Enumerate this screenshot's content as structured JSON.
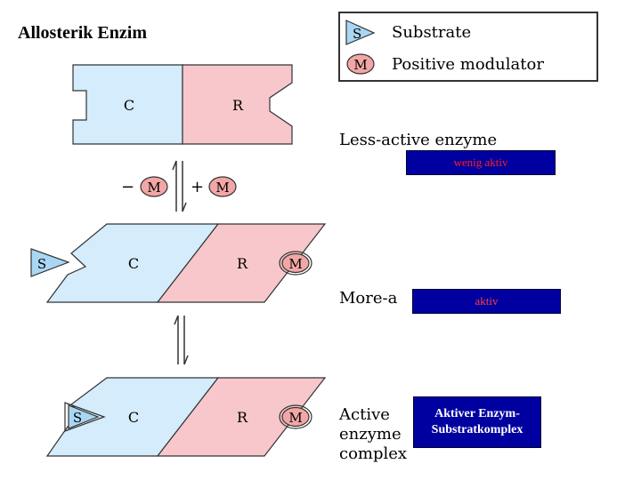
{
  "title": "Allosterik Enzim",
  "legend": {
    "substrate_symbol": "S",
    "substrate_label": "Substrate",
    "modulator_symbol": "M",
    "modulator_label": "Positive modulator"
  },
  "states": {
    "less_active": {
      "label": "Less-active enzyme",
      "catalytic": "C",
      "regulatory": "R"
    },
    "more_active": {
      "label": "More-a",
      "catalytic": "C",
      "regulatory": "R",
      "modulator": "M",
      "substrate": "S"
    },
    "complex": {
      "label_line1": "Active",
      "label_line2": "enzyme",
      "label_line3": "complex",
      "catalytic": "C",
      "regulatory": "R",
      "modulator": "M",
      "substrate": "S"
    }
  },
  "equilibrium": {
    "minus": "−",
    "plus": "+",
    "modulator_minus": "M",
    "modulator_plus": "M"
  },
  "annotations": {
    "wenig_aktiv": "wenig aktiv",
    "aktiv": "aktiv",
    "komplex": "Aktiver Enzym-Substratkomplex"
  },
  "colors": {
    "catalytic": "#d4ecfb",
    "regulatory": "#f7c7cb",
    "modulator": "#f2a6a6",
    "substrate": "#a9d7f3",
    "annotation_box": "#0000a0"
  }
}
